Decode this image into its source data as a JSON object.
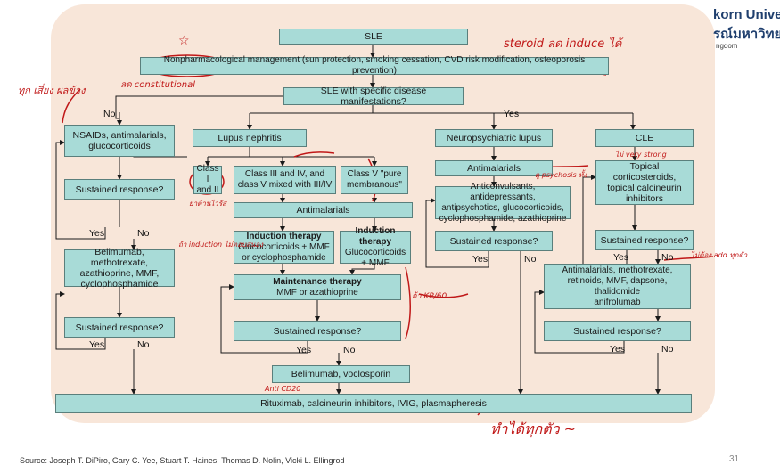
{
  "header": {
    "logo_line1": "korn Univers",
    "logo_line2": "รณ์มหาวิทยา",
    "logo_line3": "ngdom"
  },
  "nodes": {
    "sle": "SLE",
    "nonpharm": "Nonpharmacological management (sun protection, smoking cessation, CVD risk modification, osteoporosis prevention)",
    "sle_specific": "SLE with specific disease manifestations?",
    "nsaids": "NSAIDs, antimalarials,\nglucocorticoids",
    "sustained1": "Sustained response?",
    "belimumab1": "Belimumab, methotrexate,\nazathioprine, MMF,\ncyclophosphamide",
    "sustained2": "Sustained response?",
    "lupus_nephritis": "Lupus nephritis",
    "class1": "Class I\nand II",
    "class3": "Class III and IV, and\nclass V mixed with III/IV",
    "class5": "Class V \"pure\nmembranous\"",
    "antimalarials_ln": "Antimalarials",
    "induction1_title": "Induction therapy",
    "induction1_body": "Glucocorticoids + MMF\nor cyclophosphamide",
    "induction2_title": "Induction therapy",
    "induction2_body": "Glucocorticoids\n+ MMF",
    "maintenance_title": "Maintenance therapy",
    "maintenance_body": "MMF or azathioprine",
    "sustained_ln": "Sustained response?",
    "belimumab_vocl": "Belimumab, voclosporin",
    "neuro": "Neuropsychiatric lupus",
    "antimalarials_np": "Antimalarials",
    "anticonvulsants": "Anticonvulsants, antidepressants,\nantipsychotics, glucocorticoids,\ncyclophosphamide, azathioprine",
    "sustained_np": "Sustained response?",
    "cle": "CLE",
    "topical": "Topical corticosteroids,\ntopical calcineurin\ninhibitors",
    "sustained_cle": "Sustained response?",
    "antimalarials_cle": "Antimalarials, methotrexate,\nretinoids, MMF, dapsone, thalidomide\nanifrolumab",
    "sustained_cle2": "Sustained response?",
    "rituximab": "Rituximab, calcineurin inhibitors, IVIG, plasmapheresis"
  },
  "labels": {
    "no_main": "No",
    "yes_main": "Yes",
    "yes1": "Yes",
    "no1": "No",
    "yes2": "Yes",
    "no2": "No",
    "yes_ln": "Yes",
    "no_ln": "No",
    "yes_np": "Yes",
    "no_np": "No",
    "yes_cle": "Yes",
    "no_cle": "No",
    "yes_cle2": "Yes",
    "no_cle2": "No"
  },
  "footer": {
    "source": "Source: Joseph T. DiPiro, Gary C. Yee, Stuart T. Haines, Thomas D. Nolin, Vicki L. Ellingrod",
    "page": "31"
  },
  "annotations": {
    "top_right": "steroid ลด induce ได้",
    "left_note": "ทุก เสี่ยง ผลข้าง",
    "left_note2": "ลด constitutional",
    "bottom_note": "ทำได้ทุกตัว ~",
    "induction_note": "ถ้า induction ไม่ตอบสนอง",
    "kp_note": "ถ้า KP/60",
    "class_note": "ยาต้านไวรัส",
    "anti_cd20": "Anti CD20",
    "neuro_note": "ดู psychosis ทั้ง",
    "cle_note": "ไม่ very strong",
    "cle_note2": "ไม่ต้อง add ทุกตัว",
    "star": "☆"
  },
  "colors": {
    "box_fill": "#a8dbd7",
    "panel_fill": "#f8e6d9",
    "ink": "#c01818",
    "highlight": "#e8ef5a"
  }
}
